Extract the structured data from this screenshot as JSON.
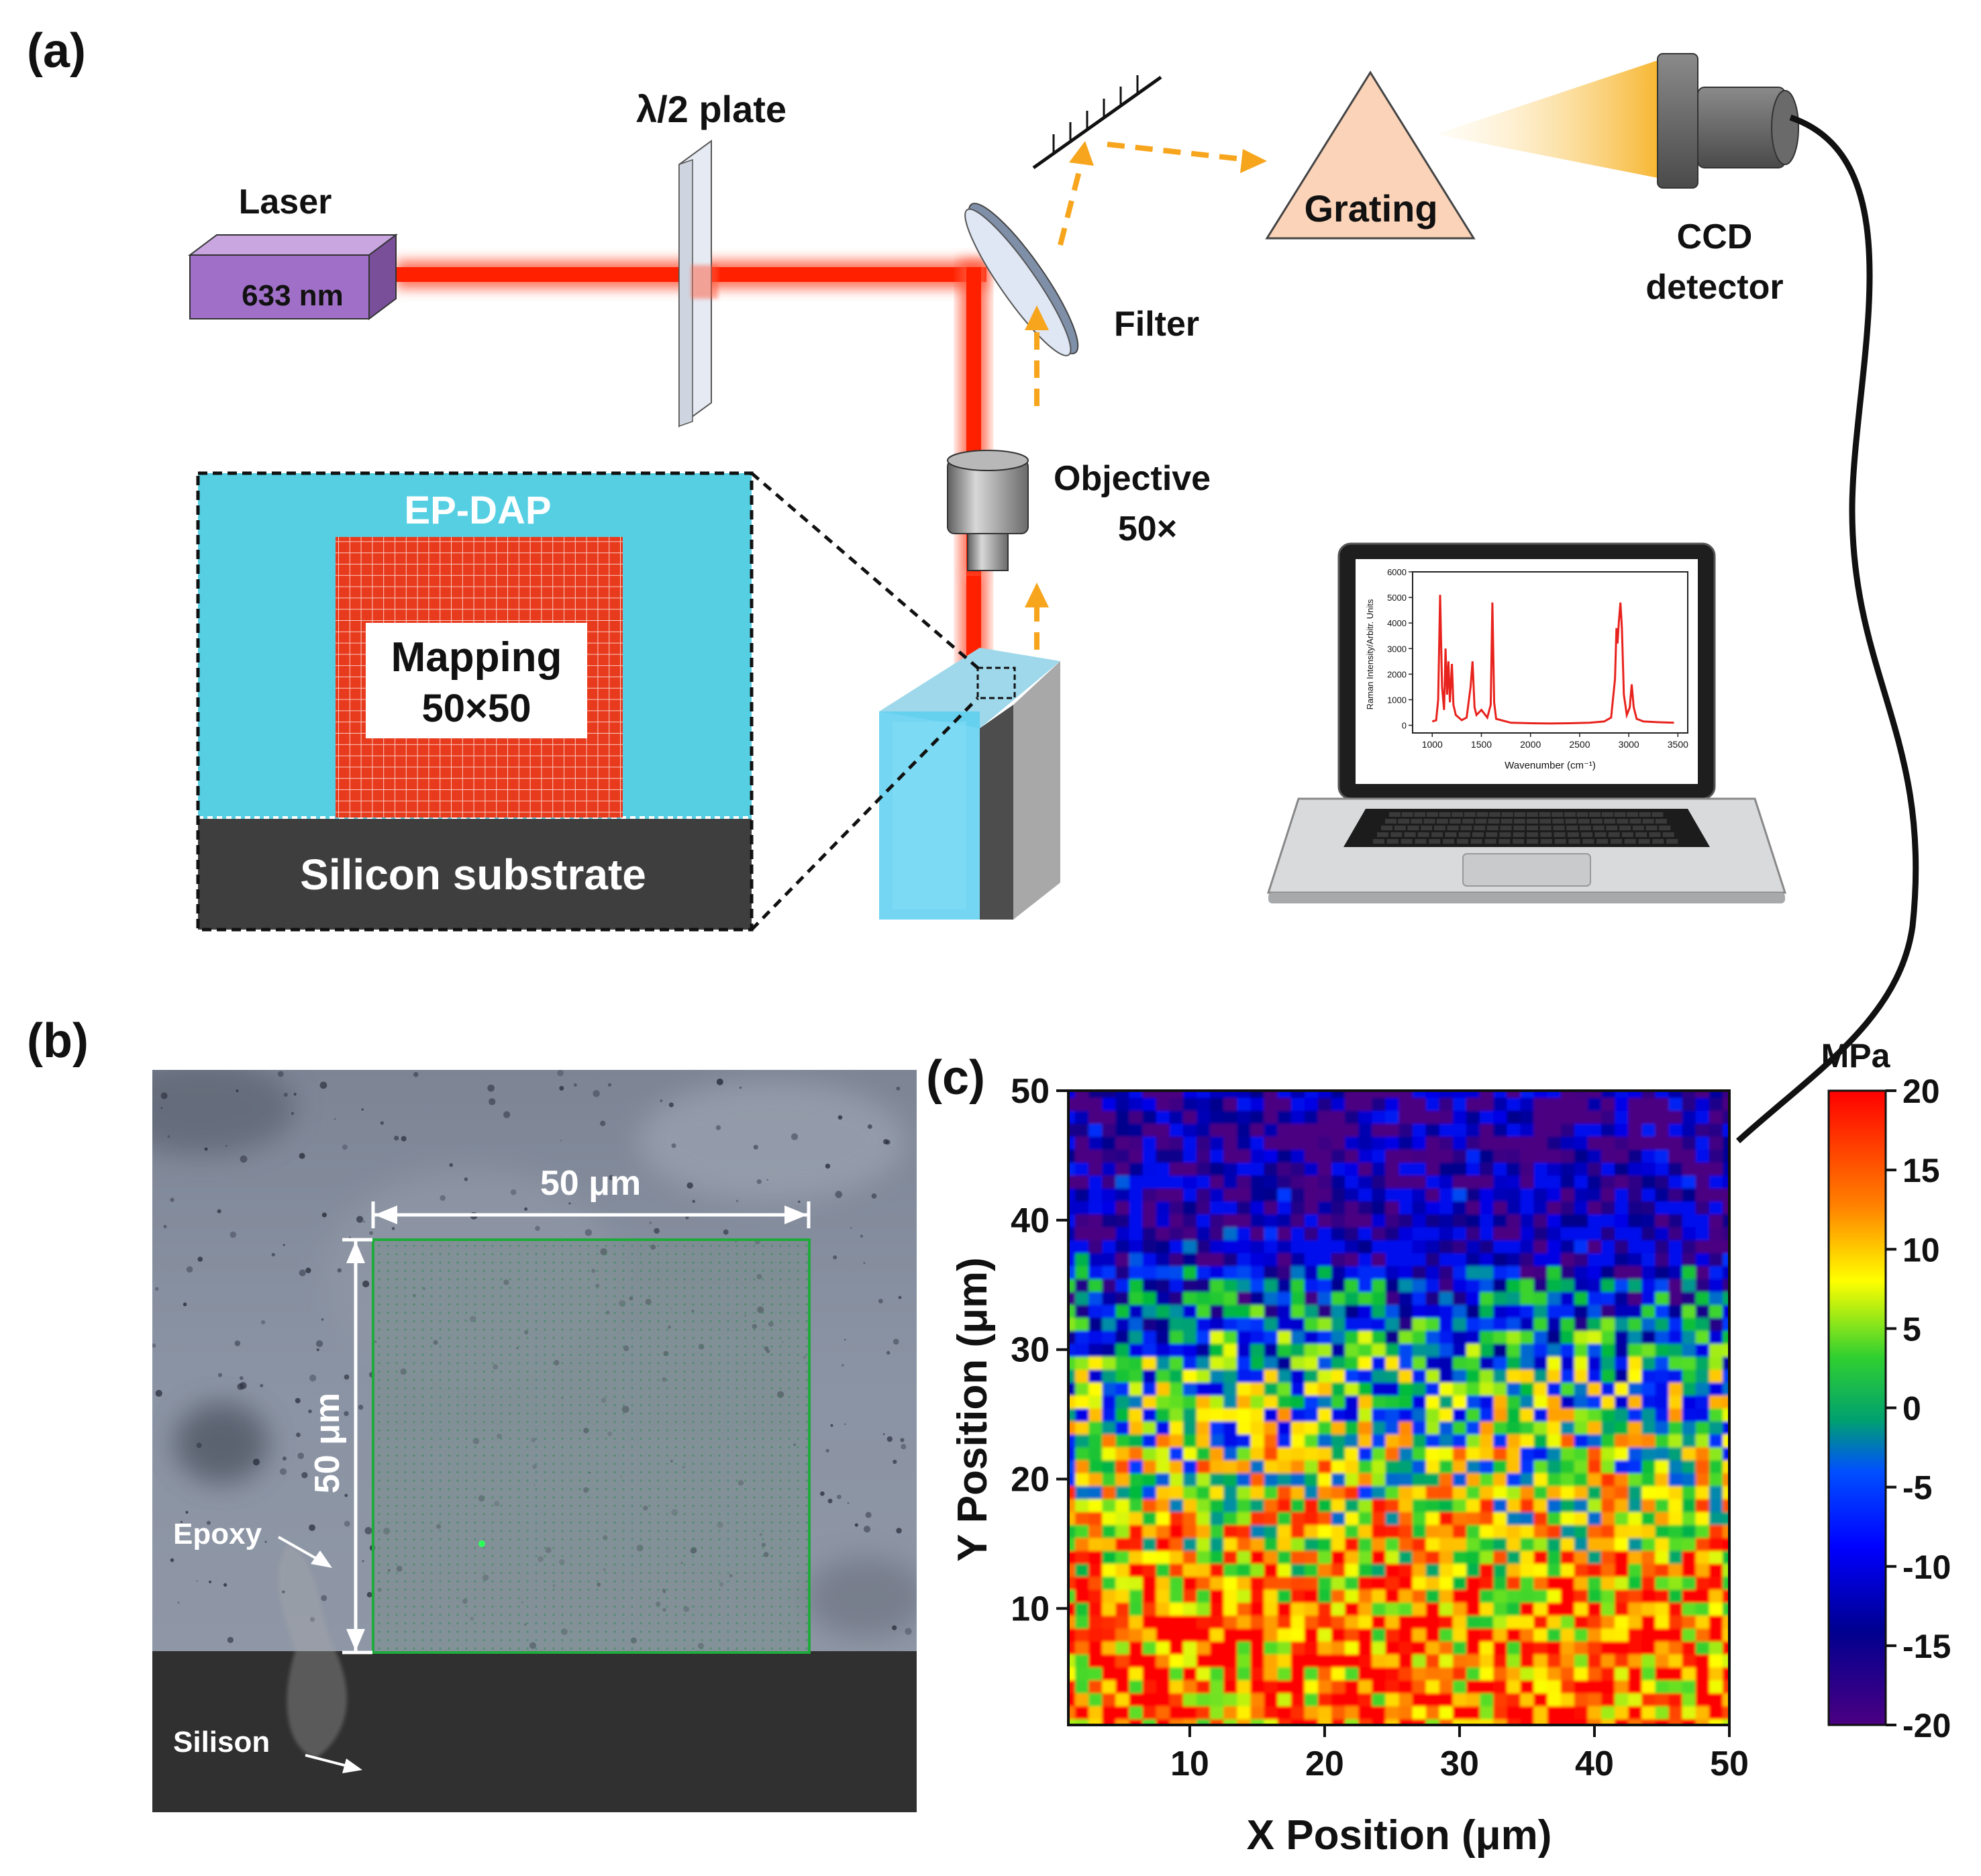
{
  "panel_labels": {
    "a": "(a)",
    "b": "(b)",
    "c": "(c)"
  },
  "setup": {
    "laser_label": "Laser",
    "laser_wavelength": "633 nm",
    "half_wave_plate": "λ/2 plate",
    "filter": "Filter",
    "grating": "Grating",
    "ccd_line1": "CCD",
    "ccd_line2": "detector",
    "objective_line1": "Objective",
    "objective_line2": "50×"
  },
  "inset": {
    "material": "EP-DAP",
    "mapping_line1": "Mapping",
    "mapping_line2": "50×50",
    "substrate": "Silicon substrate"
  },
  "laptop_spectrum": {
    "xlabel": "Wavenumber (cm⁻¹)",
    "ylabel": "Raman Intensity/Arbitr. Units",
    "x_ticks": [
      "1000",
      "1500",
      "2000",
      "2500",
      "3000",
      "3500"
    ],
    "y_ticks": [
      "0",
      "1000",
      "2000",
      "3000",
      "4000",
      "5000",
      "6000"
    ],
    "xlim": [
      800,
      3600
    ],
    "ylim": [
      -300,
      6000
    ],
    "points": [
      [
        1000,
        150
      ],
      [
        1040,
        200
      ],
      [
        1060,
        1000
      ],
      [
        1080,
        5100
      ],
      [
        1100,
        1500
      ],
      [
        1120,
        600
      ],
      [
        1135,
        3000
      ],
      [
        1150,
        1200
      ],
      [
        1165,
        2500
      ],
      [
        1180,
        900
      ],
      [
        1200,
        2400
      ],
      [
        1215,
        800
      ],
      [
        1240,
        400
      ],
      [
        1300,
        200
      ],
      [
        1350,
        300
      ],
      [
        1390,
        1500
      ],
      [
        1410,
        2500
      ],
      [
        1430,
        700
      ],
      [
        1450,
        400
      ],
      [
        1500,
        600
      ],
      [
        1560,
        300
      ],
      [
        1595,
        800
      ],
      [
        1612,
        4800
      ],
      [
        1630,
        900
      ],
      [
        1650,
        250
      ],
      [
        1800,
        100
      ],
      [
        2000,
        80
      ],
      [
        2200,
        70
      ],
      [
        2400,
        80
      ],
      [
        2600,
        100
      ],
      [
        2750,
        150
      ],
      [
        2820,
        300
      ],
      [
        2860,
        1800
      ],
      [
        2875,
        3800
      ],
      [
        2885,
        3200
      ],
      [
        2900,
        4100
      ],
      [
        2915,
        4800
      ],
      [
        2930,
        3800
      ],
      [
        2950,
        1200
      ],
      [
        2980,
        400
      ],
      [
        3010,
        700
      ],
      [
        3030,
        1600
      ],
      [
        3050,
        700
      ],
      [
        3080,
        250
      ],
      [
        3150,
        150
      ],
      [
        3300,
        120
      ],
      [
        3460,
        100
      ]
    ]
  },
  "micrograph": {
    "scale_horizontal": "50 μm",
    "scale_vertical": "50 μm",
    "epoxy_label": "Epoxy",
    "silicon_label": "Silison"
  },
  "chart_data": {
    "type": "heatmap",
    "title": "",
    "xlabel": "X Position (μm)",
    "ylabel": "Y Position (μm)",
    "xlim": [
      1,
      50
    ],
    "ylim": [
      1,
      50
    ],
    "x_ticks": [
      "10",
      "20",
      "30",
      "40",
      "50"
    ],
    "y_ticks": [
      "10",
      "20",
      "30",
      "40",
      "50"
    ],
    "colorbar": {
      "label": "MPa",
      "range": [
        -20,
        20
      ],
      "ticks": [
        "20",
        "15",
        "10",
        "5",
        "0",
        "-5",
        "-10",
        "-15",
        "-20"
      ],
      "colors": [
        "#ff0000",
        "#ff8000",
        "#ffff00",
        "#00c000",
        "#0000ff",
        "#000080",
        "#4b0082"
      ]
    },
    "profile": {
      "description": "stress decreases with Y position",
      "rows_y": [
        1,
        5,
        10,
        15,
        20,
        25,
        30,
        35,
        40,
        45,
        50
      ],
      "mean_mpa": [
        15,
        15,
        13,
        9,
        5,
        1,
        -4,
        -9,
        -13,
        -16,
        -17
      ]
    }
  }
}
